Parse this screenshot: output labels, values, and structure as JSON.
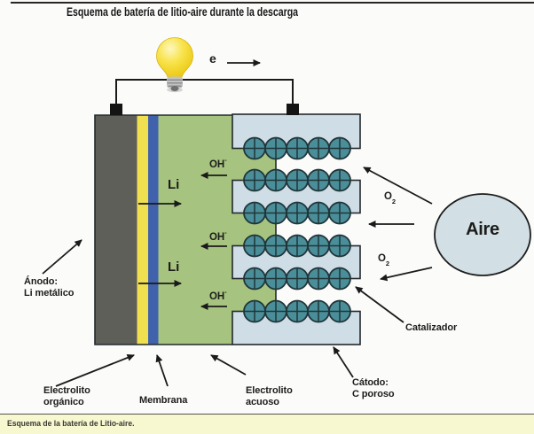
{
  "title": "Esquema de batería de litio-aire durante la descarga",
  "caption": "Esquema de la batería de Litio-aire.",
  "particles": {
    "electron": "e"
  },
  "ions": {
    "lithium": "Li",
    "hydroxide_base": "OH",
    "hydroxide_charge": "-",
    "oxygen_base": "O",
    "oxygen_sub": "2"
  },
  "labels": {
    "anode_line1": "Ánodo:",
    "anode_line2": "Li metálico",
    "organic_line1": "Electrolito",
    "organic_line2": "orgánico",
    "membrane": "Membrana",
    "aqueous_line1": "Electrolito",
    "aqueous_line2": "acuoso",
    "cathode_line1": "Cátodo:",
    "cathode_line2": "C poroso",
    "catalyst": "Catalizador",
    "air": "Aire"
  },
  "colors": {
    "anode": "#5f5f5a",
    "organic_electrolyte": "#f0df4e",
    "membrane": "#4062ac",
    "aqueous_electrolyte": "#a6c37f",
    "cathode_plate": "#cfdde6",
    "catalyst": "#4a8e99",
    "air_fill": "#d2dfe4",
    "caption_bg": "#f7f7d0",
    "background": "#fbfbfa"
  }
}
